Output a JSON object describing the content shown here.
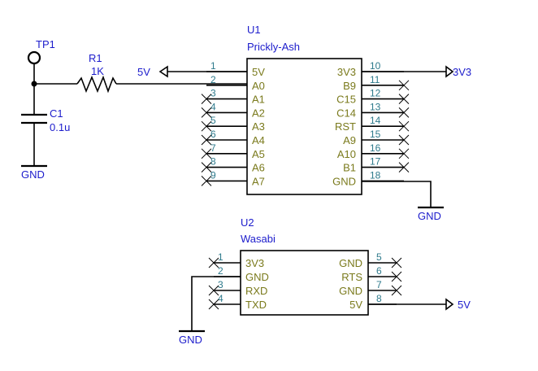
{
  "colors": {
    "background": "#ffffff",
    "wire": "#000000",
    "ref_label": "#1c1ccc",
    "pin_number": "#2e7a8c",
    "pin_name": "#7a7a1c"
  },
  "tp1": {
    "ref": "TP1"
  },
  "r1": {
    "ref": "R1",
    "value": "1K"
  },
  "c1": {
    "ref": "C1",
    "value": "0.1u"
  },
  "gnd_label": "GND",
  "u1": {
    "ref": "U1",
    "name": "Prickly-Ash",
    "left_pins": [
      {
        "num": "1",
        "name": "5V"
      },
      {
        "num": "2",
        "name": "A0"
      },
      {
        "num": "3",
        "name": "A1"
      },
      {
        "num": "4",
        "name": "A2"
      },
      {
        "num": "5",
        "name": "A3"
      },
      {
        "num": "6",
        "name": "A4"
      },
      {
        "num": "7",
        "name": "A5"
      },
      {
        "num": "8",
        "name": "A6"
      },
      {
        "num": "9",
        "name": "A7"
      }
    ],
    "right_pins": [
      {
        "num": "10",
        "name": "3V3"
      },
      {
        "num": "11",
        "name": "B9"
      },
      {
        "num": "12",
        "name": "C15"
      },
      {
        "num": "13",
        "name": "C14"
      },
      {
        "num": "14",
        "name": "RST"
      },
      {
        "num": "15",
        "name": "A9"
      },
      {
        "num": "16",
        "name": "A10"
      },
      {
        "num": "17",
        "name": "B1"
      },
      {
        "num": "18",
        "name": "GND"
      }
    ]
  },
  "u2": {
    "ref": "U2",
    "name": "Wasabi",
    "left_pins": [
      {
        "num": "1",
        "name": "3V3"
      },
      {
        "num": "2",
        "name": "GND"
      },
      {
        "num": "3",
        "name": "RXD"
      },
      {
        "num": "4",
        "name": "TXD"
      }
    ],
    "right_pins": [
      {
        "num": "5",
        "name": "GND"
      },
      {
        "num": "6",
        "name": "RTS"
      },
      {
        "num": "7",
        "name": "GND"
      },
      {
        "num": "8",
        "name": "5V"
      }
    ]
  },
  "power_labels": {
    "u1_5v": "5V",
    "u1_3v3": "3V3",
    "u2_5v": "5V"
  }
}
